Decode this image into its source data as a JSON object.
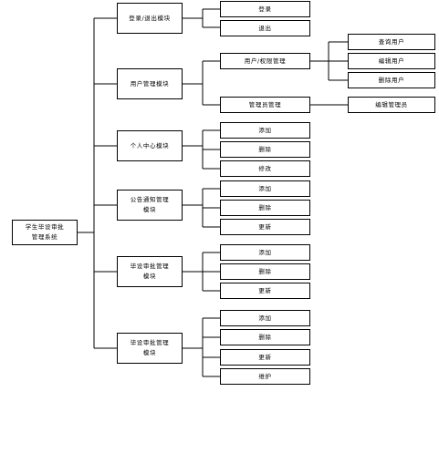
{
  "root": [
    "学生毕设审批",
    "管理系统"
  ],
  "modules": {
    "login": {
      "label": [
        "登录/退出模块"
      ],
      "children": [
        "登录",
        "退出"
      ]
    },
    "user": {
      "label": [
        "用户管理模块"
      ],
      "sub_user": "用户/权限管理",
      "sub_user_children": [
        "查询用户",
        "编辑用户",
        "删除用户"
      ],
      "sub_admin": "管理员管理",
      "sub_admin_children": [
        "编辑管理员"
      ]
    },
    "personal": {
      "label": [
        "个人中心模块"
      ],
      "children": [
        "添加",
        "删除",
        "修改"
      ]
    },
    "notice": {
      "label": [
        "公告通知管理",
        "模块"
      ],
      "children": [
        "添加",
        "删除",
        "更新"
      ]
    },
    "pre_review": {
      "label": [
        "毕设审批管理",
        "模块"
      ],
      "children": [
        "添加",
        "删除",
        "更新"
      ]
    },
    "review": {
      "label": [
        "毕设审批管理",
        "模块"
      ],
      "children": [
        "添加",
        "删除",
        "更新",
        "维护"
      ]
    }
  }
}
